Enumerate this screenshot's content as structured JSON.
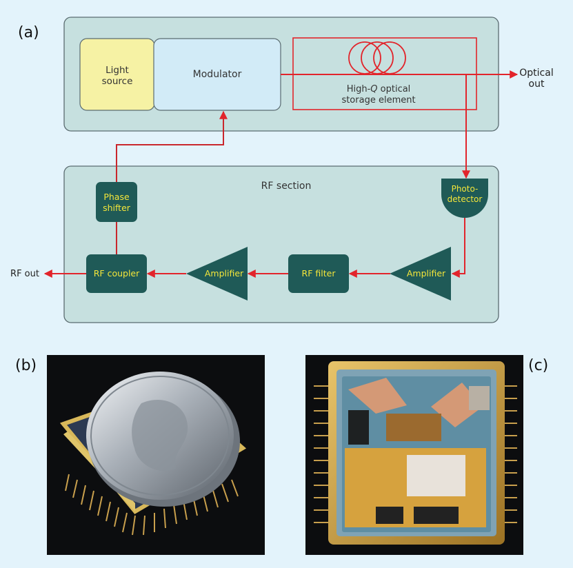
{
  "panel_labels": {
    "a": "(a)",
    "b": "(b)",
    "c": "(c)"
  },
  "optical": {
    "light_source": [
      "Light",
      "source"
    ],
    "modulator": "Modulator",
    "storage": [
      "High-Q optical",
      "storage element"
    ],
    "output": [
      "Optical",
      "out"
    ]
  },
  "rf": {
    "section_title": "RF section",
    "phase_shifter": [
      "Phase",
      "shifter"
    ],
    "photodetector": [
      "Photo-",
      "detector"
    ],
    "rf_coupler": "RF coupler",
    "amplifier_left": "Amplifier",
    "rf_filter": "RF filter",
    "amplifier_right": "Amplifier",
    "output": "RF out"
  },
  "colors": {
    "background": "#e3f3fb",
    "section_fill": "#c6e0df",
    "section_stroke": "#5a6b70",
    "light_source_fill": "#f6f2a4",
    "modulator_fill": "#d2ebf7",
    "block_fill": "#1f5a57",
    "block_text": "#f4e63a",
    "signal_red": "#e2242b"
  }
}
